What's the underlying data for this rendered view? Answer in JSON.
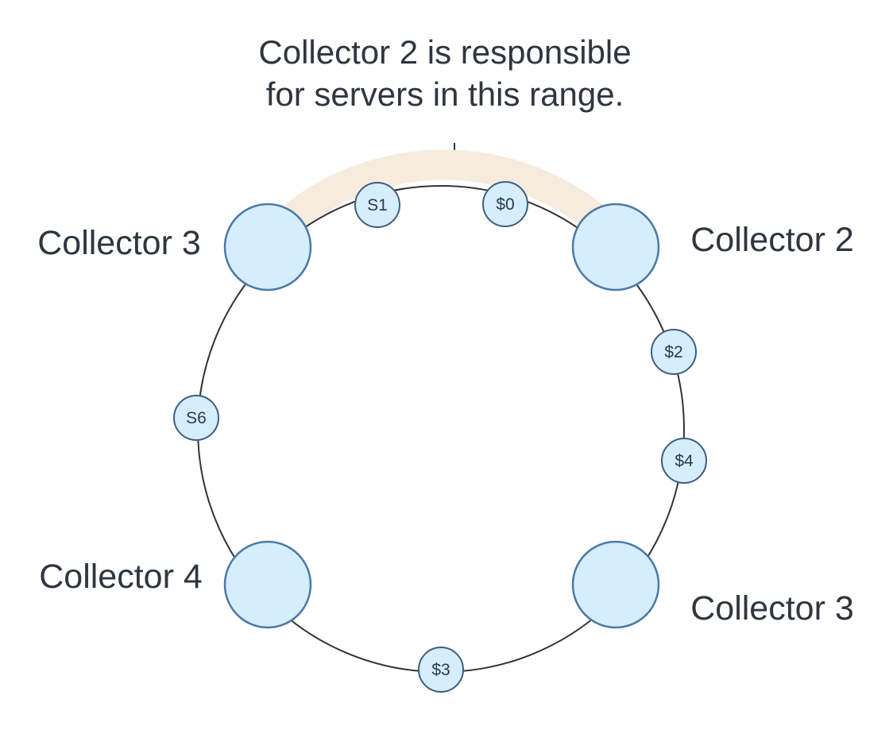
{
  "caption": {
    "line1": "Collector 2 is responsible",
    "line2": "for servers in this range."
  },
  "colors": {
    "ring": "#333333",
    "highlight": "#f7ebdd",
    "node_fill": "#d6edfb",
    "node_stroke": "#4a7aa8",
    "text": "#2f3640"
  },
  "collectors": [
    {
      "id": "collector-top-left",
      "label": "Collector 3"
    },
    {
      "id": "collector-top-right",
      "label": "Collector 2"
    },
    {
      "id": "collector-bottom-left",
      "label": "Collector 4"
    },
    {
      "id": "collector-bottom-right",
      "label": "Collector 3"
    }
  ],
  "servers": [
    {
      "id": "s0",
      "label": "$0"
    },
    {
      "id": "s1",
      "label": "S1"
    },
    {
      "id": "s2",
      "label": "$2"
    },
    {
      "id": "s3",
      "label": "$3"
    },
    {
      "id": "s4",
      "label": "$4"
    },
    {
      "id": "s6",
      "label": "S6"
    }
  ]
}
